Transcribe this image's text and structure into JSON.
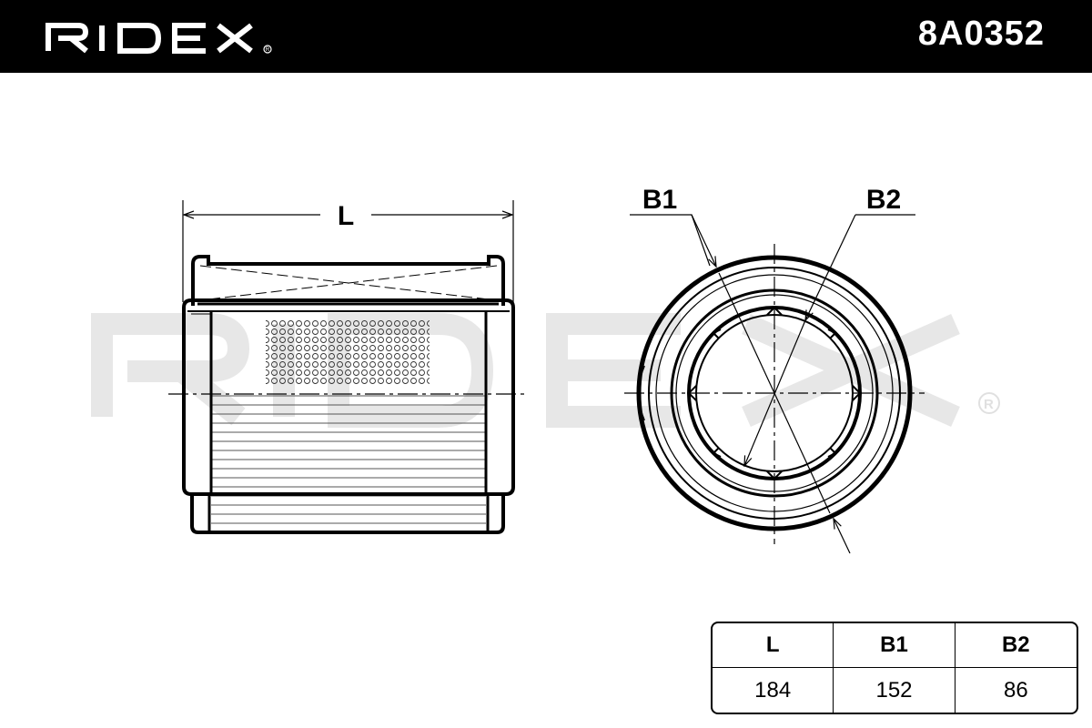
{
  "header": {
    "brand": "RIDEX",
    "part_number": "8A0352",
    "background_color": "#000000",
    "text_color": "#ffffff"
  },
  "watermark": {
    "brand": "RIDEX",
    "color": "#e6e6e6"
  },
  "dimension_labels": {
    "length": "L",
    "outer_diameter": "B1",
    "inner_diameter": "B2"
  },
  "spec_table": {
    "headers": [
      "L",
      "B1",
      "B2"
    ],
    "values": [
      "184",
      "152",
      "86"
    ]
  }
}
